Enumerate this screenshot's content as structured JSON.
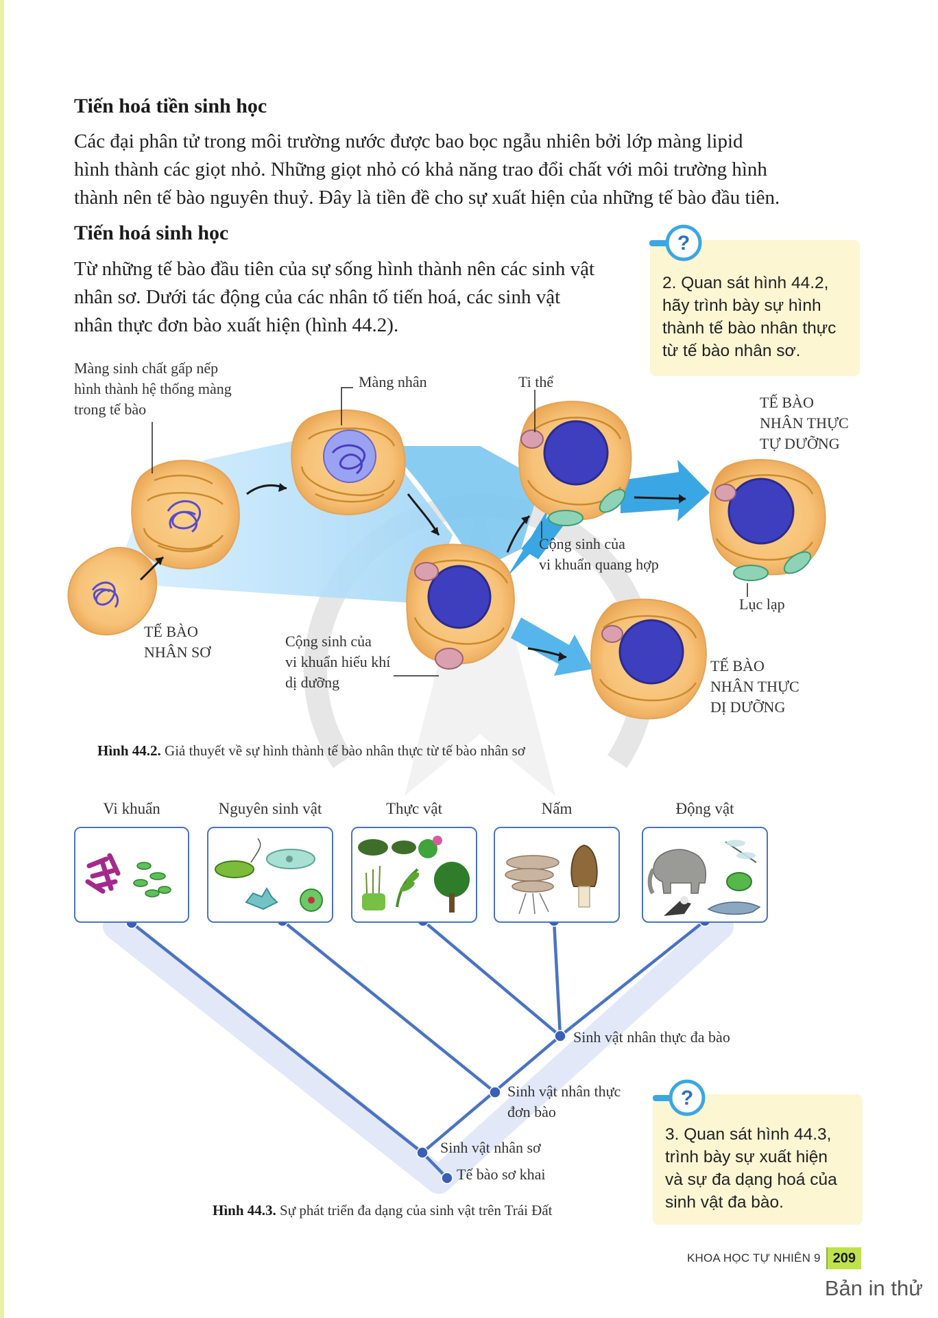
{
  "section1": {
    "heading": "Tiến hoá tiền sinh học",
    "lines": [
      "Các đại phân tử trong môi trường nước được bao bọc ngẫu nhiên bởi lớp màng lipid",
      "hình thành các giọt nhỏ. Những giọt nhỏ có khả năng trao đổi chất với môi trường hình",
      "thành nên tế bào nguyên thuỷ. Đây là tiền đề cho sự xuất hiện của những tế bào đầu tiên."
    ]
  },
  "section2": {
    "heading": "Tiến hoá sinh học",
    "lines": [
      "Từ những tế bào đầu tiên của sự sống hình thành nên các sinh vật",
      "nhân sơ. Dưới tác động của các nhân tố tiến hoá, các sinh vật",
      "nhân thực đơn bào xuất hiện (hình 44.2)."
    ]
  },
  "question2": {
    "lines": [
      "2. Quan sát hình 44.2,",
      "hãy trình bày sự hình",
      "thành tế bào nhân thực",
      "từ tế bào nhân sơ."
    ]
  },
  "figure_44_2": {
    "labels": {
      "membrane_fold": [
        "Màng sinh chất gấp nếp",
        "hình thành hệ thống màng",
        "trong tế bào"
      ],
      "nuclear_membrane": "Màng nhân",
      "mitochondria": "Ti thể",
      "autotroph": [
        "TẾ BÀO",
        "NHÂN THỰC",
        "TỰ DƯỠNG"
      ],
      "photosynthetic": [
        "Cộng sinh của",
        "vi khuẩn quang hợp"
      ],
      "chloroplast": "Lục lạp",
      "prokaryote": [
        "TẾ BÀO",
        "NHÂN SƠ"
      ],
      "aerobic": [
        "Cộng sinh của",
        "vi khuẩn hiếu khí",
        "dị dưỡng"
      ],
      "heterotroph": [
        "TẾ BÀO",
        "NHÂN THỰC",
        "DỊ DƯỠNG"
      ]
    },
    "caption_bold": "Hình 44.2.",
    "caption": " Giả thuyết về sự hình thành tế bào nhân thực từ tế bào nhân sơ"
  },
  "figure_44_3": {
    "groups": [
      "Vi khuẩn",
      "Nguyên sinh vật",
      "Thực vật",
      "Nấm",
      "Động vật"
    ],
    "nodes": {
      "multicellular": "Sinh vật nhân thực đa bào",
      "unicellular": [
        "Sinh vật nhân thực",
        "đơn bào"
      ],
      "prokaryote": "Sinh vật nhân sơ",
      "origin": "Tế bào sơ khai"
    },
    "caption_bold": "Hình 44.3.",
    "caption": " Sự phát triển đa dạng của sinh vật trên Trái Đất"
  },
  "question3": {
    "lines": [
      "3. Quan sát hình 44.3,",
      "trình bày sự xuất hiện",
      "và sự đa dạng hoá của",
      "sinh vật đa bào."
    ]
  },
  "footer": {
    "series": "KHOA HỌC TỰ NHIÊN 9",
    "page": "209"
  },
  "watermark_text": "Bản in thử",
  "colors": {
    "accent_blue": "#4a73c4",
    "arrow_blue": "#3aa7e4",
    "question_bg": "#fcf6d3",
    "page_tab": "#bfe24c"
  }
}
